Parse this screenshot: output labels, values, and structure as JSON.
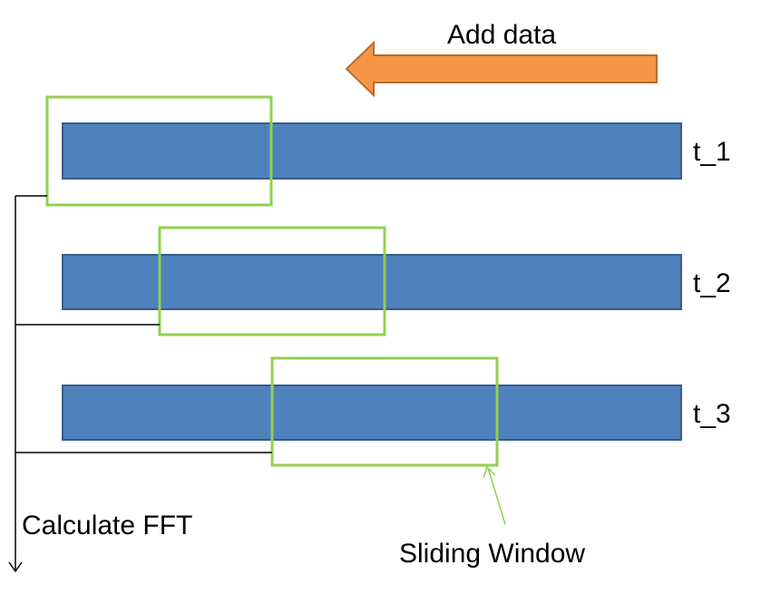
{
  "header": {
    "add_data_label": "Add data"
  },
  "rows": [
    {
      "label": "t_1"
    },
    {
      "label": "t_2"
    },
    {
      "label": "t_3"
    }
  ],
  "footer": {
    "calculate_label": "Calculate FFT",
    "window_label": "Sliding Window"
  },
  "colors": {
    "bar_fill": "#4f81bd",
    "bar_stroke": "#385d8a",
    "window_stroke": "#92d050",
    "arrow_fill": "#f79646",
    "arrow_stroke": "#b66d31",
    "connector": "#000000"
  },
  "icons": {
    "add_data_arrow": "left-block-arrow-icon",
    "output_arrow": "down-arrow-icon"
  }
}
